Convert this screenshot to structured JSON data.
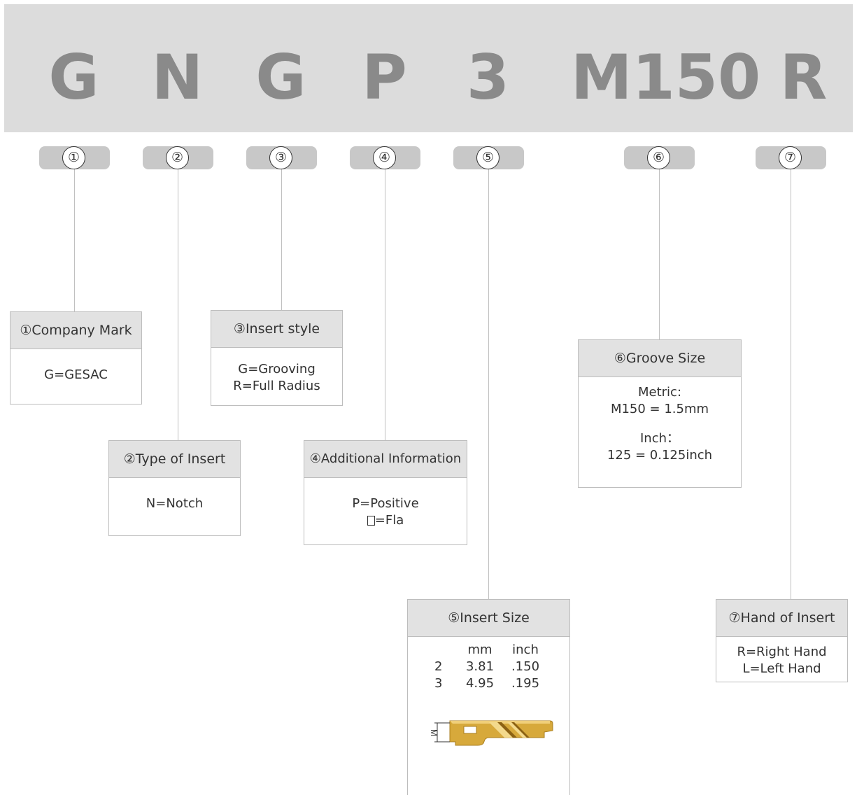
{
  "code": {
    "letters": [
      "G",
      "N",
      "G",
      "P",
      "3",
      "M150",
      "R"
    ]
  },
  "markers": [
    "①",
    "②",
    "③",
    "④",
    "⑤",
    "⑥",
    "⑦"
  ],
  "boxes": {
    "company_mark": {
      "title": "①Company Mark",
      "lines": [
        "G=GESAC"
      ]
    },
    "type_of_insert": {
      "title": "②Type of Insert",
      "lines": [
        "N=Notch"
      ]
    },
    "insert_style": {
      "title": "③Insert style",
      "lines": [
        "G=Grooving",
        "R=Full Radius"
      ]
    },
    "additional_info": {
      "title": "④Additional Information",
      "lines": [
        "P=Positive",
        "=Fla"
      ]
    },
    "insert_size": {
      "title": "⑤Insert Size",
      "columns": [
        "",
        "mm",
        "inch"
      ],
      "rows": [
        [
          "2",
          "3.81",
          ".150"
        ],
        [
          "3",
          "4.95",
          ".195"
        ]
      ],
      "diagram_label": "M"
    },
    "groove_size": {
      "title": "⑥Groove Size",
      "lines": [
        "Metric:",
        "M150 = 1.5mm",
        "Inch：",
        "125 = 0.125inch"
      ]
    },
    "hand_of_insert": {
      "title": "⑦Hand of Insert",
      "lines": [
        "R=Right Hand",
        "L=Left Hand"
      ]
    }
  },
  "colors": {
    "header_bg": "#dcdcdc",
    "code_text": "#8a8a8a",
    "pill": "#c8c8c8",
    "box_header": "#e2e2e2",
    "insert_gold": "#d7a93b"
  }
}
